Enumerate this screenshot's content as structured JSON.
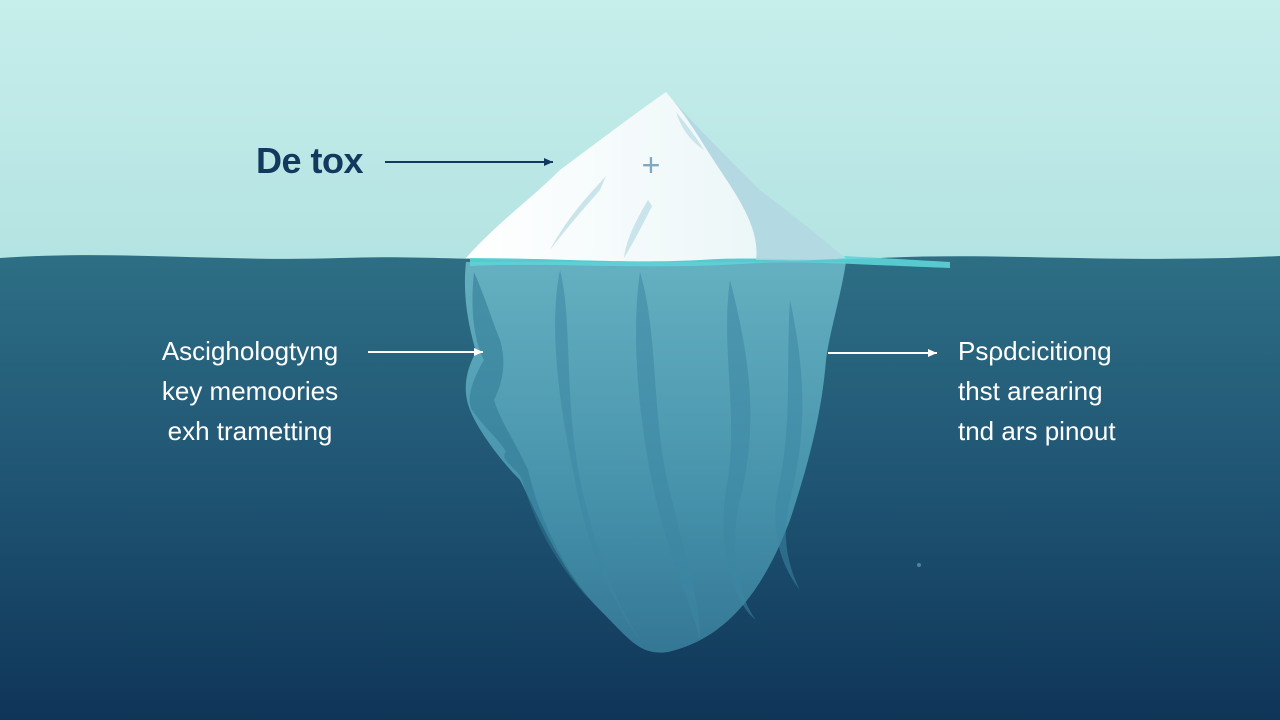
{
  "title": "De tox",
  "left_callout": {
    "lines": [
      "Ascighologtyng",
      "key memoories",
      "exh trametting"
    ]
  },
  "right_callout": {
    "lines": [
      "Psρdcicitiong",
      "thst arearing",
      "tnd ars pinout"
    ]
  },
  "peak_marker": "+",
  "colors": {
    "sky": "#c4ecea",
    "water_top": "#2d6e84",
    "water_bottom": "#0f3758",
    "ice_tip": "#ffffff",
    "ice_underwater": "#5aa7bc",
    "title_text": "#133a5e",
    "callout_text": "#ffffff"
  }
}
